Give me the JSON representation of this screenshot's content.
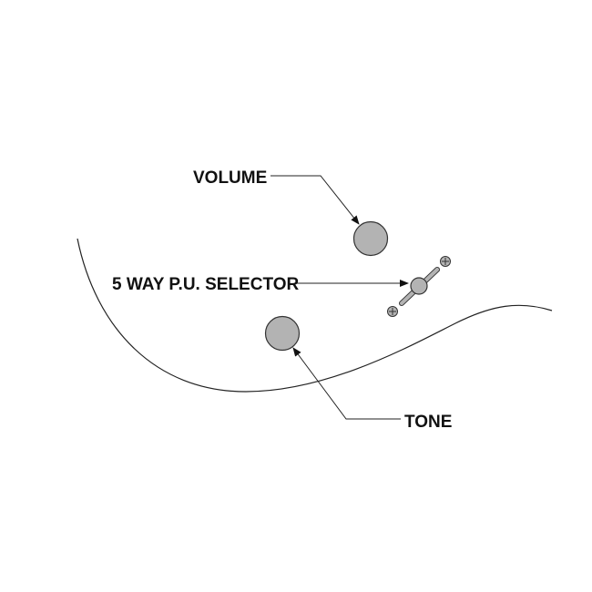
{
  "labels": {
    "volume": "VOLUME",
    "selector": "5 WAY P.U. SELECTOR",
    "tone": "TONE"
  },
  "colors": {
    "knob_fill": "#b3b3b3",
    "line": "#222222"
  }
}
